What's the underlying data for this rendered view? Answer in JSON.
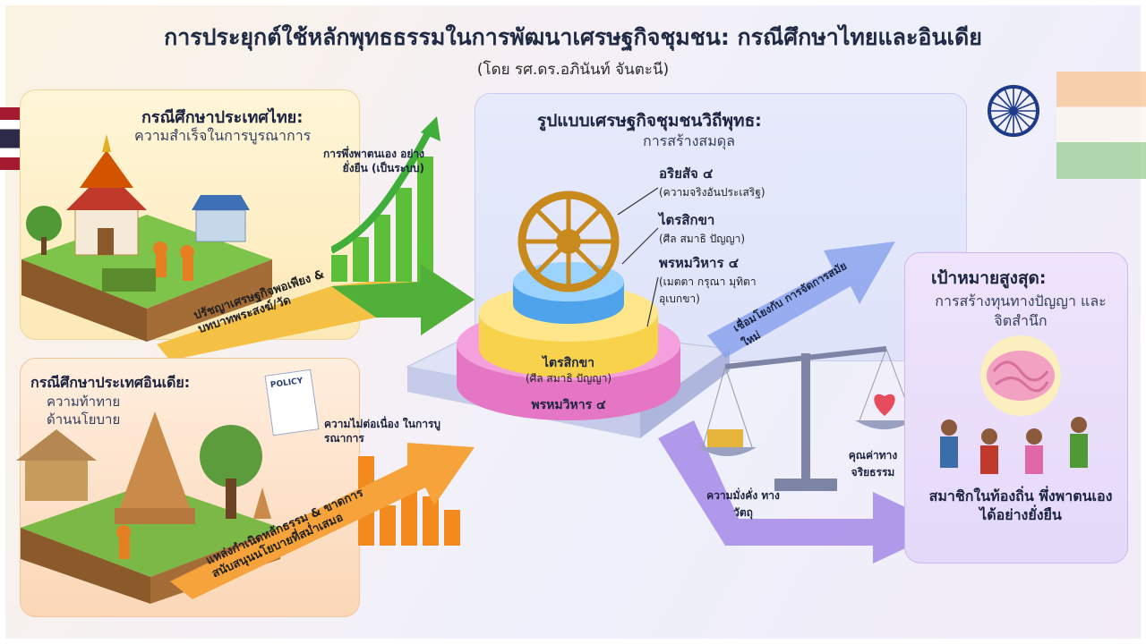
{
  "title": "การประยุกต์ใช้หลักพุทธธรรมในการพัฒนาเศรษฐกิจชุมชน: กรณีศึกษาไทยและอินเดีย",
  "subtitle": "(โดย รศ.ดร.อภินันท์ จันตะนี)",
  "thai": {
    "title": "กรณีศึกษาประเทศไทย:",
    "subtitle": "ความสำเร็จในการบูรณาการ",
    "growth_label": "การพึ่งพาตนเอง อย่างยั่งยืน (เป็นระบบ)",
    "ribbon_label": "ปรัชญาเศรษฐกิจพอเพียง & บทบาทพระสงฆ์/วัด"
  },
  "india": {
    "title": "กรณีศึกษาประเทศอินเดีย:",
    "subtitle": "ความท้าทาย ด้านนโยบาย",
    "policy_doc": "POLICY",
    "gap_label": "ความไม่ต่อเนื่อง ในการบูรณาการ",
    "ribbon_label": "แหล่งกำเนิดหลักธรรม & ขาดการสนับสนุนนโยบายที่สม่ำเสมอ"
  },
  "center": {
    "title": "รูปแบบเศรษฐกิจชุมชนวิถีพุทธ:",
    "subtitle": "การสร้างสมดุล",
    "items": [
      {
        "name": "อริยสัจ ๔",
        "desc": "(ความจริงอันประเสริฐ)"
      },
      {
        "name": "ไตรสิกขา",
        "desc": "(ศีล สมาธิ ปัญญา)"
      },
      {
        "name": "พรหมวิหาร ๔",
        "desc": "(เมตตา กรุณา มุทิตา อุเบกขา)"
      }
    ],
    "tier_top": "ไตรสิกขา",
    "tier_top_sub": "(ศีล สมาธิ ปัญญา)",
    "tier_bottom": "พรหมวิหาร ๔",
    "connect_label": "เชื่อมโยงกับ การจัดการสมัยใหม่",
    "scale_left": "ความมั่งคั่ง ทางวัตถุ",
    "scale_right": "คุณค่าทาง จริยธรรม"
  },
  "goal": {
    "title": "เป้าหมายสูงสุด:",
    "subtitle": "การสร้างทุนทางปัญญา และจิตสำนึก",
    "bottom": "สมาชิกในท้องถิ่น พึ่งพาตนเอง ได้อย่างยั่งยืน"
  },
  "colors": {
    "green": "#3fae3a",
    "orange": "#f28a1e",
    "purple": "#8c6de0",
    "gold": "#c88a1c"
  }
}
